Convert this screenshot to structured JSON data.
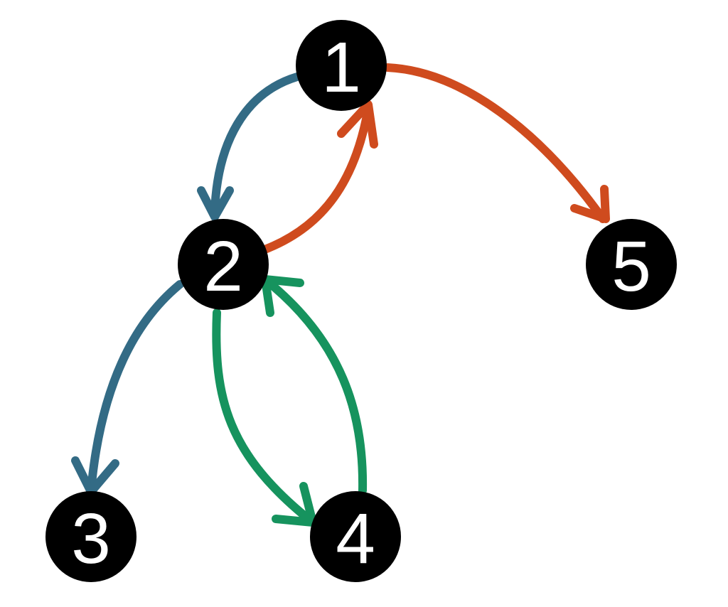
{
  "colors": {
    "blue": "#336b85",
    "orange": "#cf4b1e",
    "green": "#16935e",
    "node_fill": "#000000",
    "node_text": "#ffffff"
  },
  "nodes": [
    {
      "id": "1",
      "label": "1"
    },
    {
      "id": "2",
      "label": "2"
    },
    {
      "id": "3",
      "label": "3"
    },
    {
      "id": "4",
      "label": "4"
    },
    {
      "id": "5",
      "label": "5"
    }
  ],
  "edges": [
    {
      "from": "1",
      "to": "2",
      "color": "blue"
    },
    {
      "from": "2",
      "to": "3",
      "color": "blue"
    },
    {
      "from": "2",
      "to": "1",
      "color": "orange"
    },
    {
      "from": "1",
      "to": "5",
      "color": "orange"
    },
    {
      "from": "2",
      "to": "4",
      "color": "green"
    },
    {
      "from": "4",
      "to": "2",
      "color": "green"
    }
  ]
}
